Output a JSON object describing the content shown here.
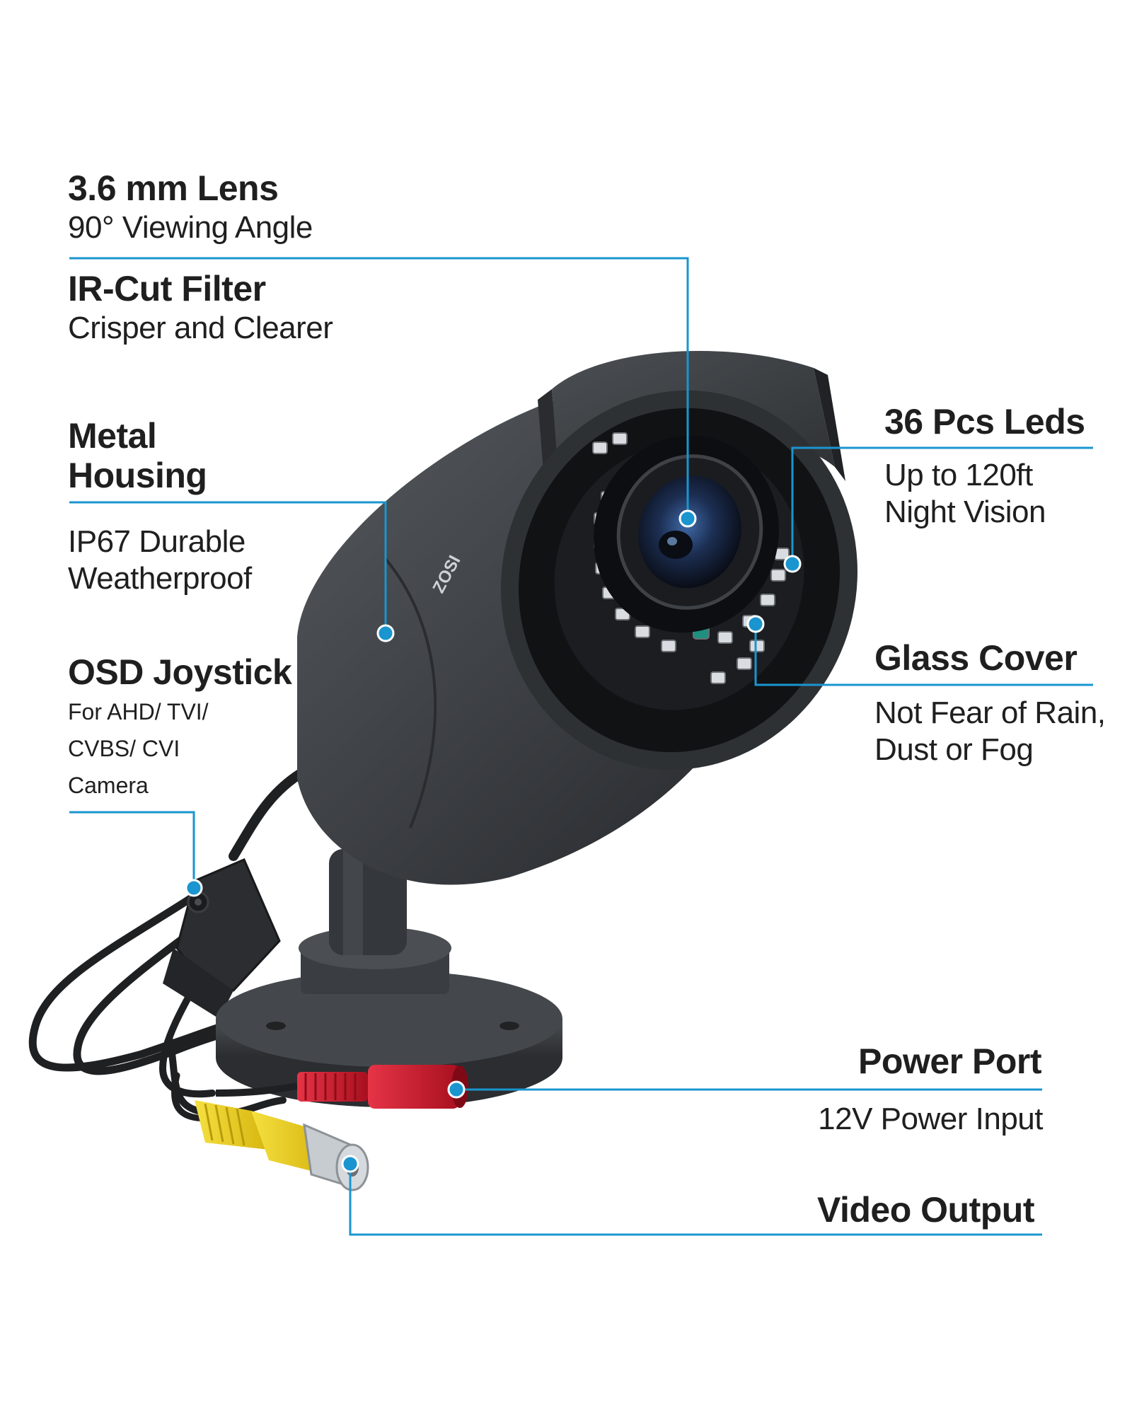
{
  "product": {
    "brand_text": "ZOSI"
  },
  "colors": {
    "accent": "#1a95cf",
    "camera_body": "#3a3d40",
    "text": "#1f1f1f"
  },
  "callouts": {
    "lens": {
      "title": "3.6 mm Lens",
      "desc": "90° Viewing Angle"
    },
    "ir": {
      "title": "IR-Cut Filter",
      "desc": "Crisper and Clearer"
    },
    "housing": {
      "title_line1": "Metal",
      "title_line2": "Housing",
      "desc_line1": "IP67 Durable",
      "desc_line2": "Weatherproof"
    },
    "joystick": {
      "title": "OSD Joystick",
      "desc_line1": "For AHD/ TVI/",
      "desc_line2": "CVBS/ CVI",
      "desc_line3": "Camera"
    },
    "leds": {
      "title": "36 Pcs Leds",
      "desc_line1": "Up to 120ft",
      "desc_line2": "Night Vision"
    },
    "glass": {
      "title": "Glass Cover",
      "desc_line1": "Not Fear of Rain,",
      "desc_line2": "Dust or Fog"
    },
    "power": {
      "title": "Power Port",
      "desc": "12V Power Input"
    },
    "video": {
      "title": "Video Output"
    }
  }
}
